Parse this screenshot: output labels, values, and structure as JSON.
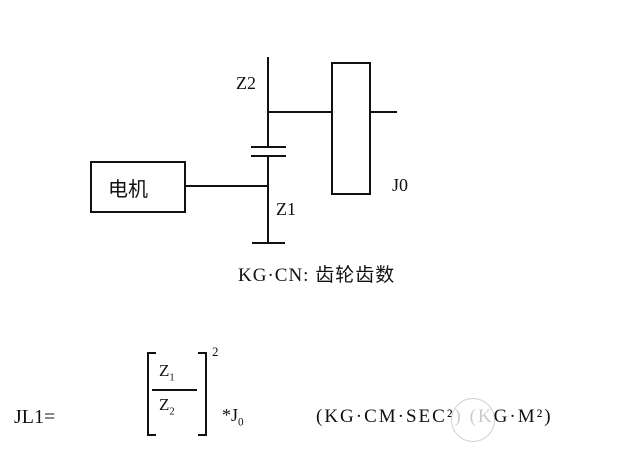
{
  "diagram": {
    "motor_label": "电机",
    "gear_top_label": "Z2",
    "gear_bottom_label": "Z1",
    "inertia_label": "J0",
    "caption": "KG·CN: 齿轮齿数"
  },
  "formula": {
    "lhs": "JL1=",
    "numerator_base": "Z",
    "numerator_sub": "1",
    "denominator_base": "Z",
    "denominator_sub": "2",
    "exponent": "2",
    "operator": "*J",
    "operator_sub": "0",
    "units": "(KG·CM·SEC²) (KG·M²)"
  },
  "colors": {
    "ink": "#111111",
    "background": "#ffffff"
  }
}
